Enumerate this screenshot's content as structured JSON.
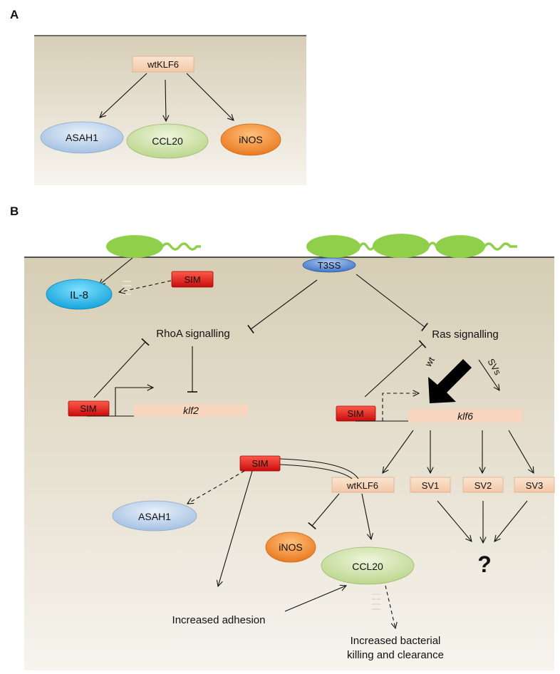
{
  "panel_a": {
    "letter": "A",
    "top_node": "wtKLF6",
    "targets": [
      "ASAH1",
      "CCL20",
      "iNOS"
    ]
  },
  "panel_b": {
    "letter": "B",
    "t3ss": "T3SS",
    "il8": "IL-8",
    "sim_labels": [
      "SIM",
      "SIM",
      "SIM",
      "SIM"
    ],
    "rhoa": "RhoA signalling",
    "ras": "Ras signalling",
    "klf2": "klf2",
    "klf6": "klf6",
    "wt_label": "wt",
    "svs_label": "SVs",
    "wtklf6": "wtKLF6",
    "sv1": "SV1",
    "sv2": "SV2",
    "sv3": "SV3",
    "question": "?",
    "asah1": "ASAH1",
    "inos": "iNOS",
    "ccl20": "CCL20",
    "adhesion": "Increased adhesion",
    "killing_line1": "Increased bacterial",
    "killing_line2": "killing and clearance"
  },
  "colors": {
    "panel_bg_top": "#d9d0b8",
    "panel_bg_bottom": "#f6f3ec",
    "gene_box": "#f7d4b8",
    "sim_red": "#e01a1a",
    "asah1_blue": "#b8cfe8",
    "ccl20_green": "#cfe0a8",
    "inos_orange": "#f08a2a",
    "il8_cyan": "#1ab6e8",
    "t3ss_blue": "#5b8fd6",
    "bacteria_green": "#8fcf4a"
  }
}
